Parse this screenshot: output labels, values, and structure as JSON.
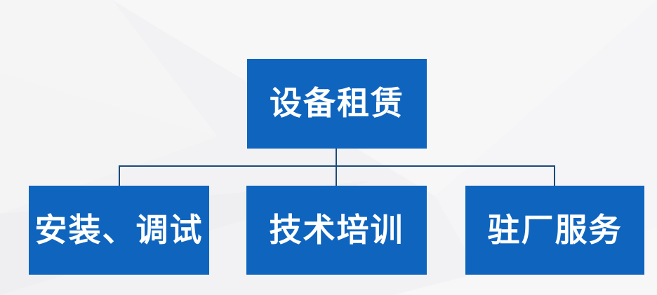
{
  "diagram": {
    "type": "org-chart",
    "root": {
      "label": "设备租赁"
    },
    "children": [
      {
        "label": "安装、调试"
      },
      {
        "label": "技术培训"
      },
      {
        "label": "驻厂服务"
      }
    ],
    "colors": {
      "box_fill": "#0f64be",
      "box_text": "#ffffff",
      "connector": "#1a4a7a",
      "background": "#f2f2f4"
    }
  }
}
